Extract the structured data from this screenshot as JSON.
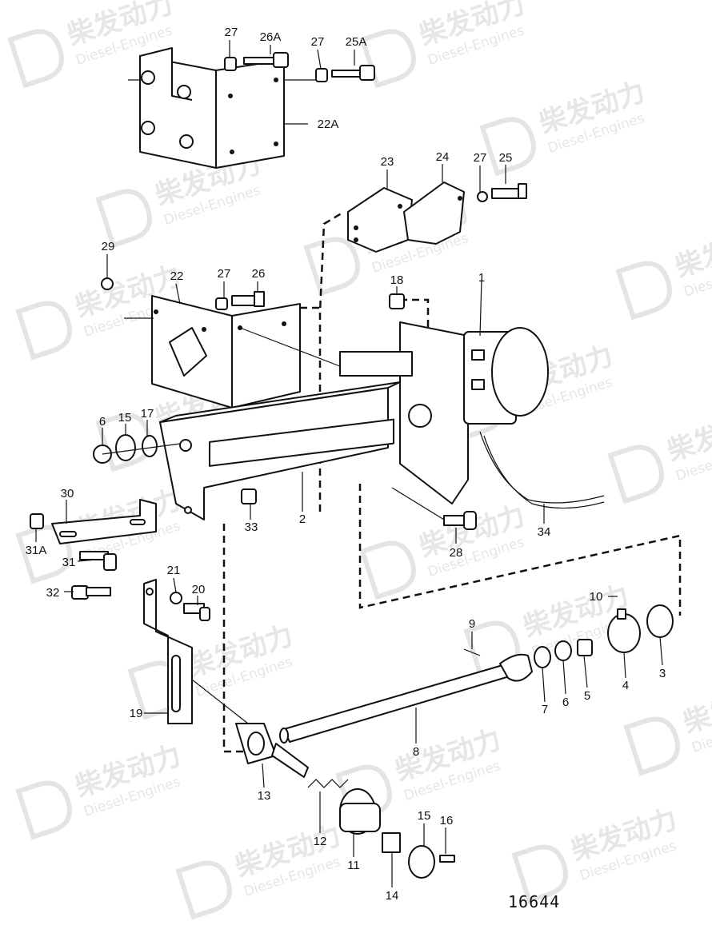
{
  "diagram": {
    "reference_number": "16644",
    "watermark": {
      "cn": "柴发动力",
      "en": "Diesel-Engines"
    },
    "labels": [
      "27",
      "26A",
      "27",
      "25A",
      "22A",
      "23",
      "24",
      "27",
      "25",
      "29",
      "22",
      "27",
      "26",
      "18",
      "1",
      "6",
      "15",
      "17",
      "2",
      "33",
      "34",
      "30",
      "31A",
      "31",
      "28",
      "32",
      "21",
      "20",
      "10",
      "9",
      "3",
      "4",
      "5",
      "6",
      "7",
      "19",
      "8",
      "13",
      "12",
      "11",
      "15",
      "16",
      "14"
    ]
  }
}
